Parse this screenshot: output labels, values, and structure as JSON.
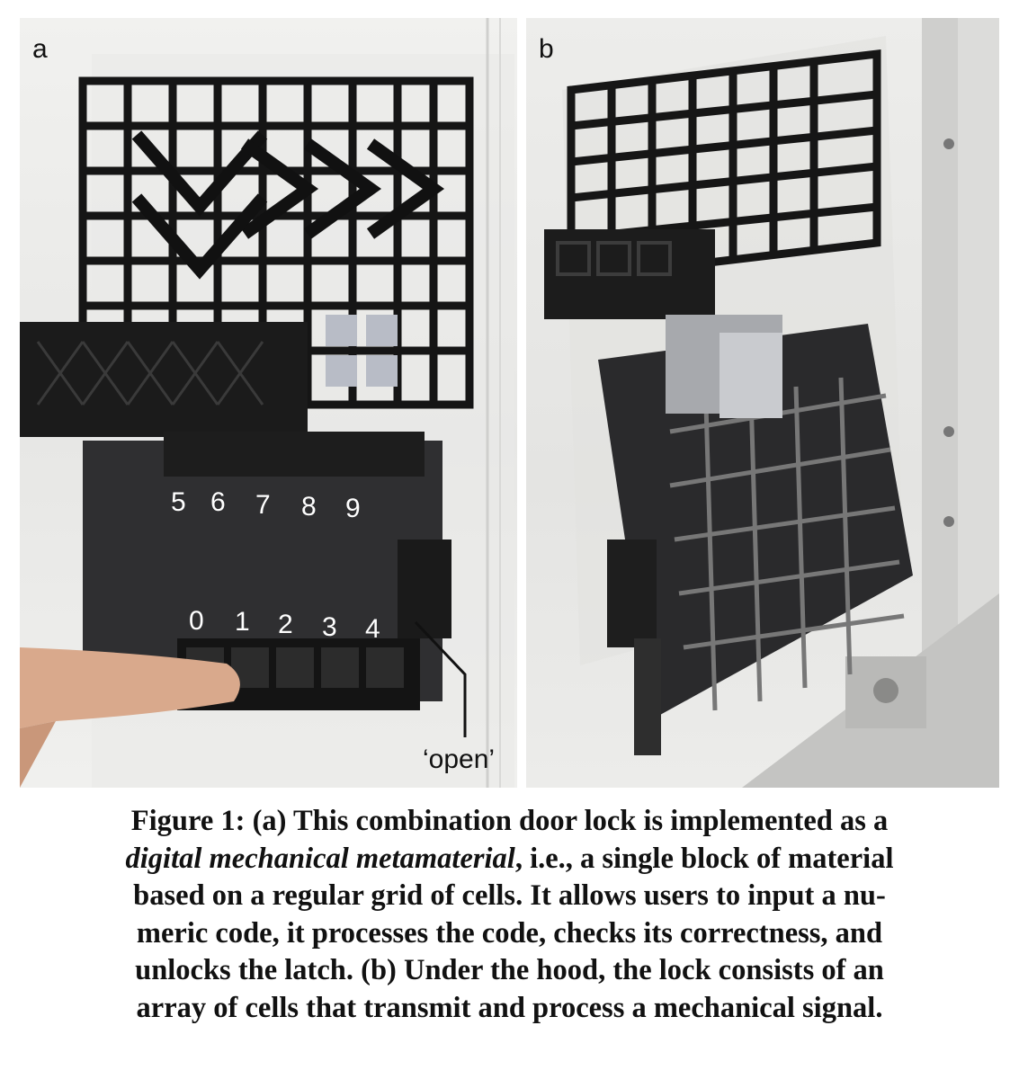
{
  "panels": [
    {
      "label": "a",
      "keypad_top_digits": [
        "5",
        "6",
        "7",
        "8",
        "9"
      ],
      "keypad_bottom_digits": [
        "0",
        "1",
        "2",
        "3",
        "4"
      ],
      "open_annotation": "‘open’"
    },
    {
      "label": "b"
    }
  ],
  "caption": {
    "lines": [
      "Figure 1: (a) This combination door lock is implemented as a",
      "digital mechanical metamaterial, i.e., a single block of material",
      "based on a regular grid of cells. It allows users to input a nu-",
      "meric code, it processes the code, checks its correctness, and",
      "unlocks the latch. (b) Under the hood, the lock consists of an",
      "array of cells that transmit and process a mechanical signal."
    ],
    "italic_phrase": "digital mechanical metamaterial"
  }
}
